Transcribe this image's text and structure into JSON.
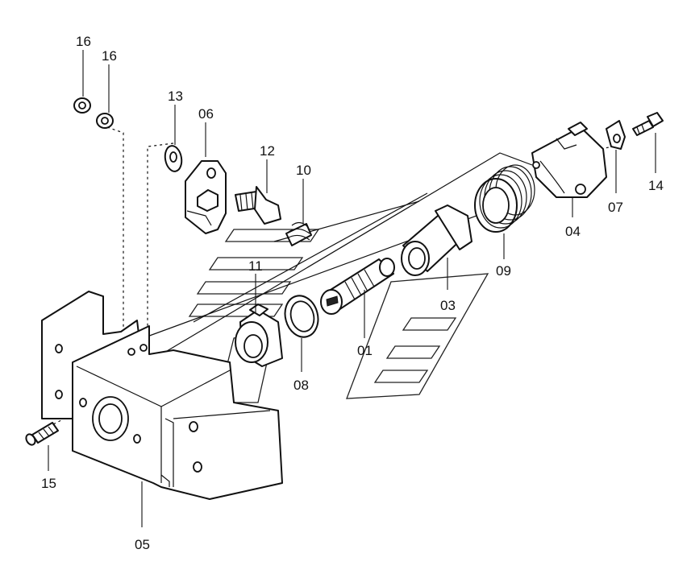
{
  "diagram": {
    "labels": {
      "p16a": "16",
      "p16b": "16",
      "p13": "13",
      "p06": "06",
      "p12": "12",
      "p10": "10",
      "p11": "11",
      "p08": "08",
      "p01": "01",
      "p03": "03",
      "p09": "09",
      "p04": "04",
      "p07": "07",
      "p14": "14",
      "p15": "15",
      "p05": "05"
    }
  }
}
